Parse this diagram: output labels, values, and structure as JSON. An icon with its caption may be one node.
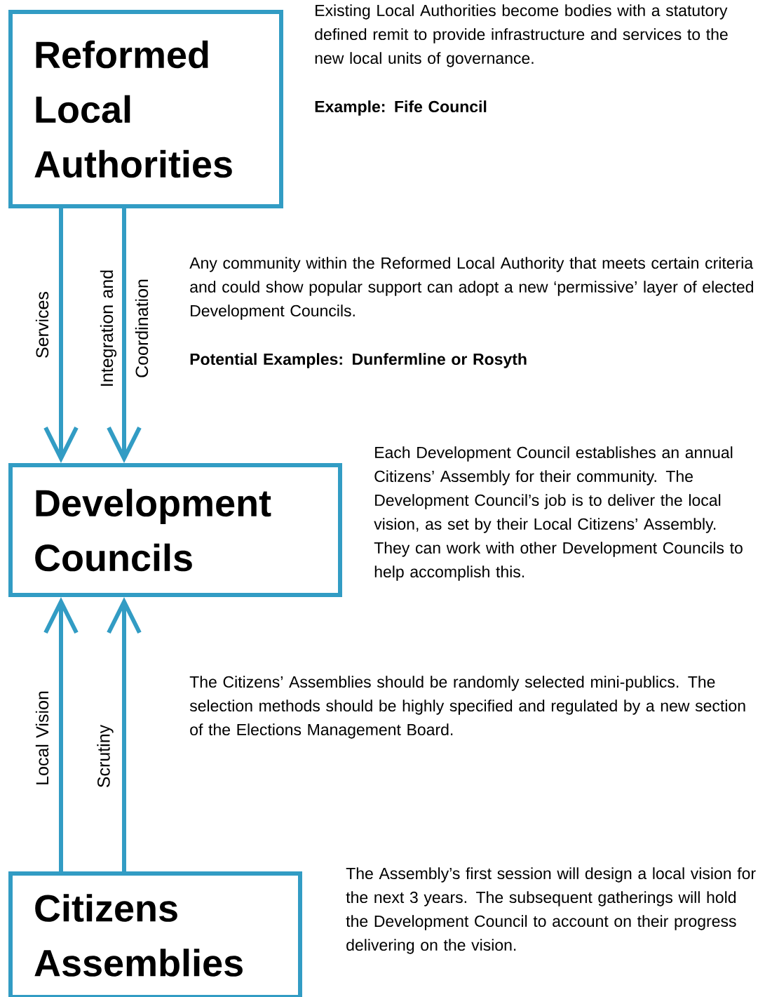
{
  "diagram": {
    "nodes": [
      {
        "text": [
          "Reformed Local Authorities"
        ],
        "beside": [
          "Existing Local Authorities become bodies with a statutory defined remit to provide infrastructure and services to the new local units of governance.",
          "Example: Fife Council"
        ]
      },
      {
        "text": [
          "Development Councils"
        ],
        "beside": [
          "Each Development Council establishes an annual Citizens’ Assembly for their community. The Development Council’s job is to deliver the local vision, as set by their Local Citizens’ Assembly. They can work with other Development Councils to help accomplish this."
        ]
      },
      {
        "text": [
          "Citizens Assemblies"
        ],
        "beside": [
          "The Assembly’s first session will design a local vision for the next 3 years. The subsequent gatherings will hold the Development Council to account on their progress delivering on the vision."
        ]
      }
    ],
    "edges": [
      {
        "from": 0,
        "to": 1,
        "arrow": "to",
        "label": "Services"
      },
      {
        "from": 0,
        "to": 1,
        "arrow": "to",
        "label": "Integration and Coordination"
      },
      {
        "from": 2,
        "to": 1,
        "arrow": "to",
        "label": "Local Vision"
      },
      {
        "from": 2,
        "to": 1,
        "arrow": "to",
        "label": "Scrutiny"
      }
    ],
    "labels": [
      "Any community within the Reformed Local Authority that meets certain criteria and could show popular support can adopt a new ‘permissive’ layer of elected Development Councils.",
      "Potential Examples: Dunfermline or Rosyth",
      "The Citizens’ Assemblies should be randomly selected mini-publics. The selection methods should be highly specified and regulated by a new section of the Elections Management Board."
    ]
  }
}
